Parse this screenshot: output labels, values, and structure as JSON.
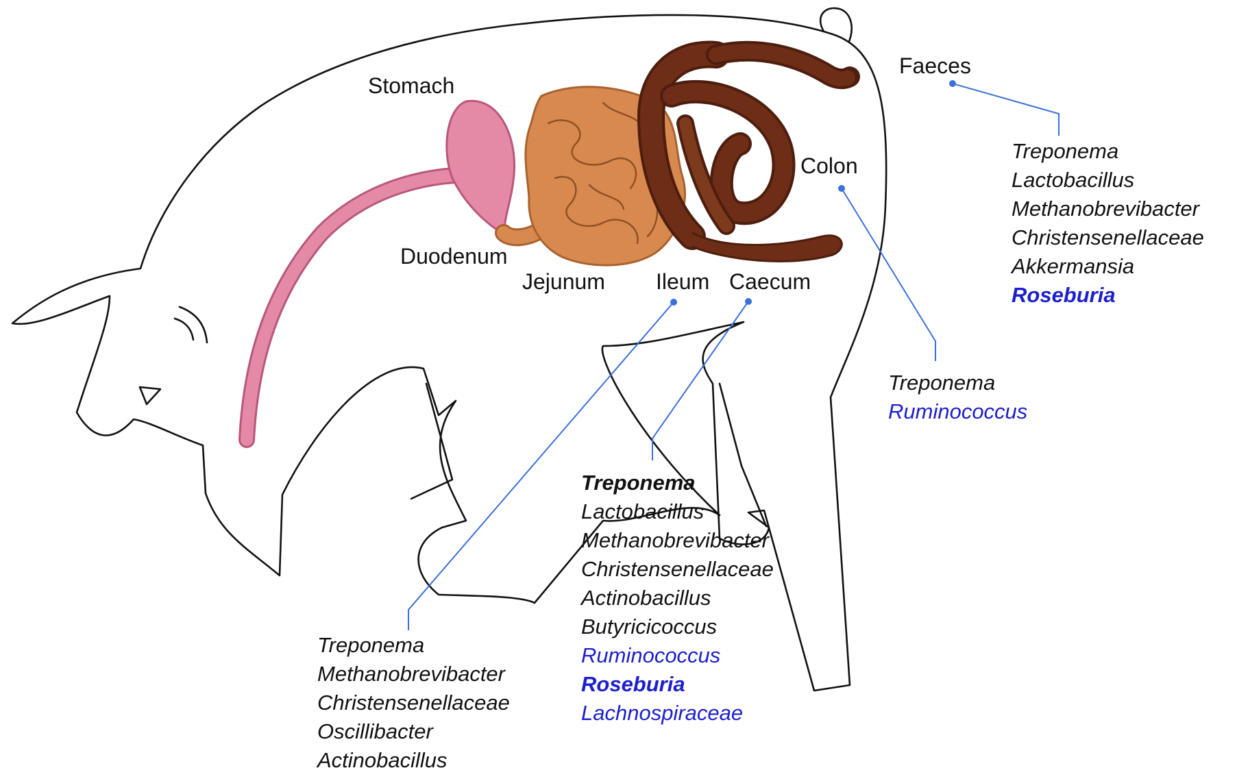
{
  "colors": {
    "default_taxon": "#111111",
    "highlight_taxon": "#1c1fcc",
    "leader_line": "#3a6fdc",
    "stomach": "#e48aa6",
    "small_intestine": "#d8894f",
    "large_intestine": "#6e2d16"
  },
  "organ_labels": {
    "stomach": "Stomach",
    "duodenum": "Duodenum",
    "jejunum": "Jejunum",
    "ileum": "Ileum",
    "caecum": "Caecum",
    "colon": "Colon",
    "faeces": "Faeces"
  },
  "taxa_lists": {
    "faeces": [
      {
        "name": "Treponema",
        "style": "normal"
      },
      {
        "name": "Lactobacillus",
        "style": "normal"
      },
      {
        "name": "Methanobrevibacter",
        "style": "normal"
      },
      {
        "name": "Christensenellaceae",
        "style": "normal"
      },
      {
        "name": "Akkermansia",
        "style": "normal"
      },
      {
        "name": "Roseburia",
        "style": "highlight-bold"
      }
    ],
    "colon": [
      {
        "name": "Treponema",
        "style": "normal"
      },
      {
        "name": "Ruminococcus",
        "style": "highlight"
      }
    ],
    "caecum": [
      {
        "name": "Treponema",
        "style": "bold"
      },
      {
        "name": "Lactobacillus",
        "style": "normal"
      },
      {
        "name": "Methanobrevibacter",
        "style": "normal"
      },
      {
        "name": "Christensenellaceae",
        "style": "normal"
      },
      {
        "name": "Actinobacillus",
        "style": "normal"
      },
      {
        "name": "Butyricicoccus",
        "style": "normal"
      },
      {
        "name": "Ruminococcus",
        "style": "highlight"
      },
      {
        "name": "Roseburia",
        "style": "highlight-bold"
      },
      {
        "name": "Lachnospiraceae",
        "style": "highlight"
      }
    ],
    "ileum": [
      {
        "name": "Treponema",
        "style": "normal"
      },
      {
        "name": "Methanobrevibacter",
        "style": "normal"
      },
      {
        "name": "Christensenellaceae",
        "style": "normal"
      },
      {
        "name": "Oscillibacter",
        "style": "normal"
      },
      {
        "name": "Actinobacillus",
        "style": "normal"
      }
    ]
  }
}
